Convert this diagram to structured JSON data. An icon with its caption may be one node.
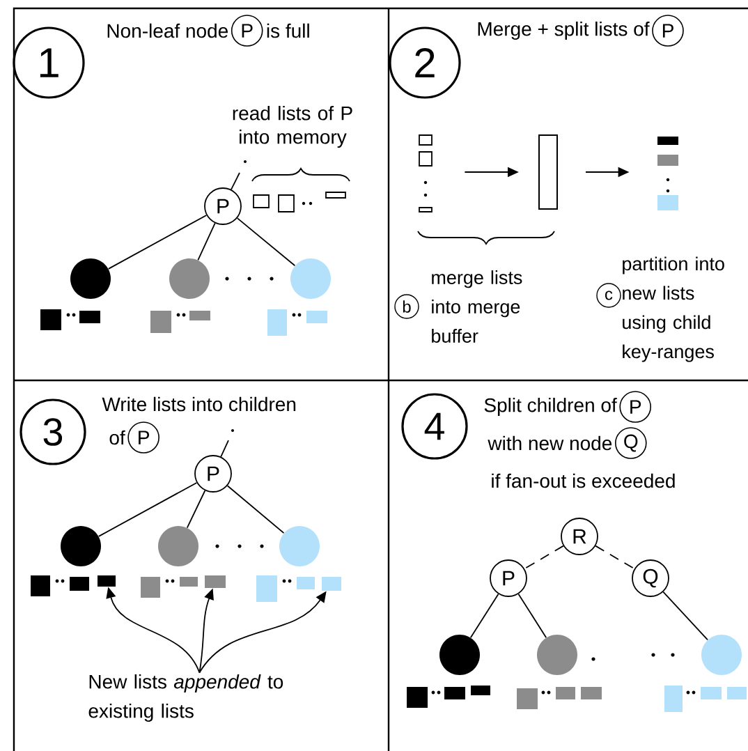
{
  "diagram": {
    "nodes": [
      {
        "text": [
          "1"
        ]
      },
      {
        "text": [
          "P"
        ]
      },
      {
        "text": [
          "P"
        ]
      },
      {
        "text": [],
        "shape": "circle"
      },
      {
        "text": [],
        "shape": "circle"
      },
      {
        "text": [],
        "shape": "circle"
      },
      {
        "text": [
          "2"
        ]
      },
      {
        "text": [
          "P"
        ]
      },
      {
        "text": [],
        "shape": "box"
      },
      {
        "text": [],
        "shape": "box"
      },
      {
        "text": [],
        "shape": "box"
      },
      {
        "text": [
          "b"
        ],
        "beside": [
          "merge lists into merge buffer"
        ]
      },
      {
        "text": [
          "c"
        ],
        "beside": [
          "partition into new lists using child key-ranges"
        ]
      },
      {
        "text": [
          "3"
        ]
      },
      {
        "text": [
          "P"
        ]
      },
      {
        "text": [
          "P"
        ]
      },
      {
        "text": [],
        "shape": "circle"
      },
      {
        "text": [],
        "shape": "circle"
      },
      {
        "text": [],
        "shape": "circle"
      },
      {
        "text": [],
        "shape": "box"
      },
      {
        "text": [],
        "shape": "box"
      },
      {
        "text": [],
        "shape": "box"
      },
      {
        "text": [
          "New lists *appended* to existing lists"
        ]
      },
      {
        "text": [
          "4"
        ]
      },
      {
        "text": [
          "P"
        ]
      },
      {
        "text": [
          "Q"
        ]
      },
      {
        "text": [
          "R"
        ]
      },
      {
        "text": [
          "P"
        ]
      },
      {
        "text": [
          "Q"
        ]
      },
      {
        "text": [],
        "shape": "circle"
      },
      {
        "text": [],
        "shape": "circle"
      },
      {
        "text": [],
        "shape": "circle"
      }
    ],
    "edges": [
      {
        "from": null,
        "to": 2,
        "arrow": "none"
      },
      {
        "from": 2,
        "to": 3,
        "arrow": "none"
      },
      {
        "from": 2,
        "to": 4,
        "arrow": "none"
      },
      {
        "from": 2,
        "to": 5,
        "arrow": "none"
      },
      {
        "from": 8,
        "to": 9,
        "arrow": "to"
      },
      {
        "from": 9,
        "to": 10,
        "arrow": "to"
      },
      {
        "from": null,
        "to": 15,
        "arrow": "none"
      },
      {
        "from": 15,
        "to": 16,
        "arrow": "none"
      },
      {
        "from": 15,
        "to": 17,
        "arrow": "none"
      },
      {
        "from": 15,
        "to": 18,
        "arrow": "none"
      },
      {
        "from": 22,
        "to": 19,
        "arrow": "to"
      },
      {
        "from": 22,
        "to": 20,
        "arrow": "to"
      },
      {
        "from": 22,
        "to": 21,
        "arrow": "to"
      },
      {
        "from": 26,
        "to": 27,
        "arrow": "none",
        "style": "dashed"
      },
      {
        "from": 26,
        "to": 28,
        "arrow": "none",
        "style": "dashed"
      },
      {
        "from": 27,
        "to": 29,
        "arrow": "none"
      },
      {
        "from": 27,
        "to": 30,
        "arrow": "none"
      },
      {
        "from": 28,
        "to": 31,
        "arrow": "none"
      }
    ],
    "labels": [
      "Non-leaf node",
      "is full",
      "read lists of P into memory",
      "Merge + split lists of",
      "Write lists into children",
      "of",
      "Split children of",
      "with new node",
      "if fan-out is exceeded"
    ]
  }
}
